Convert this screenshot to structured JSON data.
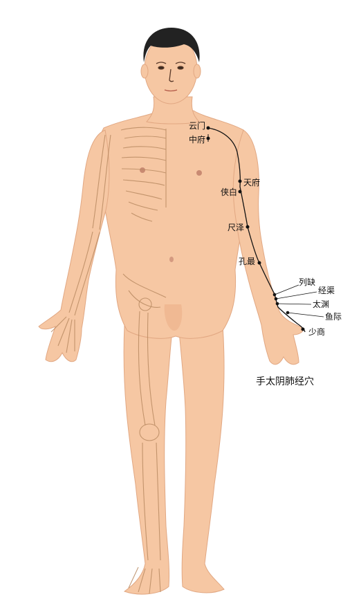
{
  "caption": "手太阴肺经穴",
  "points": [
    {
      "id": "yunmen",
      "label": "云门"
    },
    {
      "id": "zhongfu",
      "label": "中府"
    },
    {
      "id": "tianfu",
      "label": "天府"
    },
    {
      "id": "xiabai",
      "label": "侠白"
    },
    {
      "id": "chize",
      "label": "尺泽"
    },
    {
      "id": "kongzui",
      "label": "孔最"
    },
    {
      "id": "lieque",
      "label": "列缺"
    },
    {
      "id": "jingqu",
      "label": "经渠"
    },
    {
      "id": "taiyuan",
      "label": "太渊"
    },
    {
      "id": "yuji",
      "label": "鱼际"
    },
    {
      "id": "shaoshang",
      "label": "少商"
    }
  ],
  "colors": {
    "skin": "#f6c7a3",
    "hair": "#222222",
    "meridian": "#111111"
  }
}
